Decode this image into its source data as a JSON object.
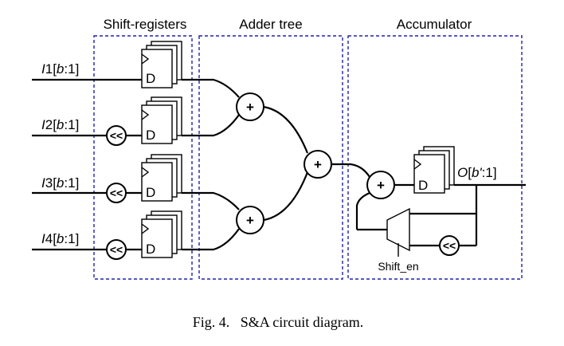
{
  "sections": {
    "shift_registers": "Shift-registers",
    "adder_tree": "Adder tree",
    "accumulator": "Accumulator"
  },
  "inputs": {
    "i1": {
      "var": "I",
      "idx": "1[",
      "b": "b",
      "end": ":1]"
    },
    "i2": {
      "var": "I",
      "idx": "2[",
      "b": "b",
      "end": ":1]"
    },
    "i3": {
      "var": "I",
      "idx": "3[",
      "b": "b",
      "end": ":1]"
    },
    "i4": {
      "var": "I",
      "idx": "4[",
      "b": "b",
      "end": ":1]"
    }
  },
  "output": {
    "var": "O",
    "open": "[",
    "b": "b'",
    "end": ":1]"
  },
  "register_label": "D",
  "shift_symbol": "<<",
  "adder_symbol": "+",
  "mux_label": "Shift_en",
  "caption": "Fig. 4.   S&A circuit diagram."
}
